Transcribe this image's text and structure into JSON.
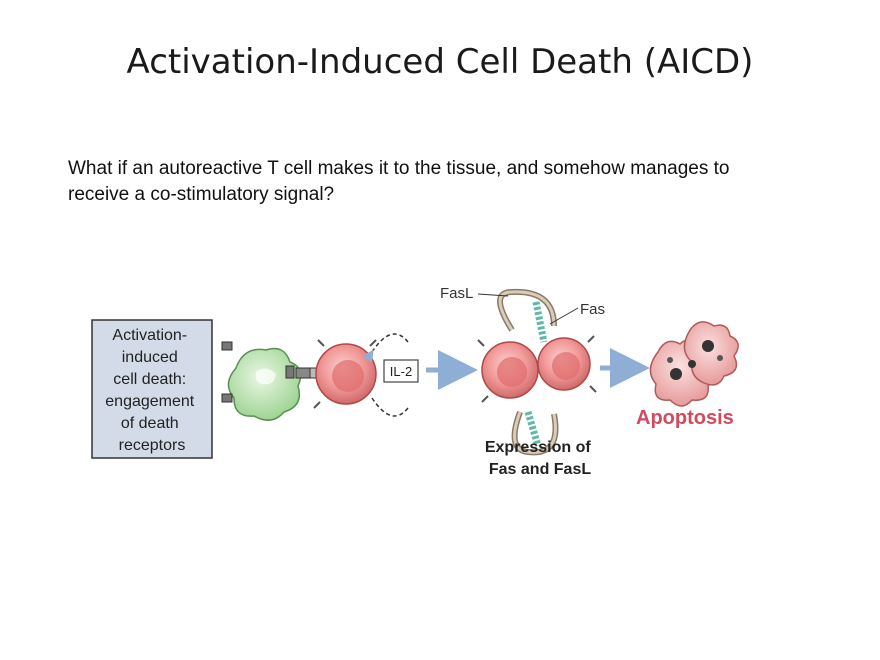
{
  "slide": {
    "title": "Activation-Induced Cell Death (AICD)",
    "question_lines": [
      "What if an autoreactive T cell makes it to the tissue, and somehow manages to",
      "receive a co-stimulatory signal?"
    ]
  },
  "diagram": {
    "box_lines": [
      "Activation-",
      "induced",
      "cell death:",
      "engagement",
      "of death",
      "receptors"
    ],
    "il2_label": "IL-2",
    "fasl_label": "FasL",
    "fas_label": "Fas",
    "expression_lines": [
      "Expression of",
      "Fas and FasL"
    ],
    "apoptosis_label": "Apoptosis",
    "colors": {
      "box_fill": "#d4dbe8",
      "apc_fill": "#b8e0b0",
      "tcell_fill": "#f08a8a",
      "arrow": "#8faed6",
      "apoptosis_text": "#d24a5c",
      "fas_strand": "#5fb8a8"
    }
  }
}
